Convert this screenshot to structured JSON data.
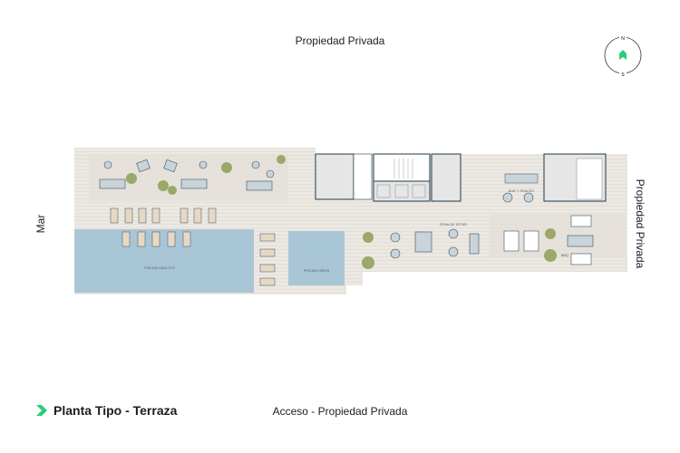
{
  "labels": {
    "top": "Propiedad Privada",
    "bottom": "Acceso - Propiedad Privada",
    "left": "Mar",
    "right": "Propiedad Privada"
  },
  "title": "Planta Tipo - Terraza",
  "compass": {
    "north": "N",
    "south": "S"
  },
  "rooms": {
    "adult_pool": "PISCINA ADULTOS",
    "kids_pool": "PISCINA NIÑOS",
    "lounge": "ZONA DE ESTAR",
    "bar": "BAR Y SNACKS",
    "bbq": "BBQ"
  },
  "colors": {
    "accent": "#2ecc7a",
    "water": "#a9c6d6",
    "deck": "#ece8e2",
    "walls": "#1e3a4a",
    "plants": "#9aa86a"
  }
}
